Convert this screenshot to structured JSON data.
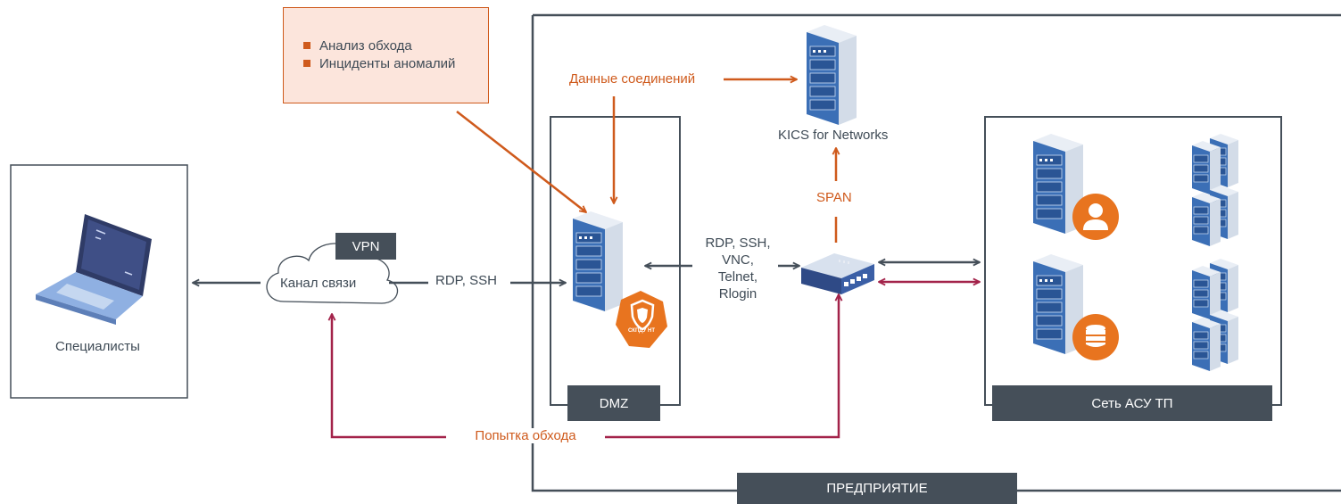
{
  "colors": {
    "dark": "#454f59",
    "orange": "#cf5a1c",
    "crimson": "#a3234a",
    "server_blue": "#3b6fb6",
    "note_fill": "#fce5dc"
  },
  "specialists": {
    "label": "Специалисты",
    "icon": "laptop-icon"
  },
  "channel": {
    "label": "Канал связи",
    "vpn_tag": "VPN",
    "icon": "cloud-icon"
  },
  "links": {
    "rdp_ssh": "RDP, SSH",
    "protocols": [
      "RDP, SSH,",
      "VNC,",
      "Telnet,",
      "Rlogin"
    ],
    "span": "SPAN",
    "connection_data": "Данные соединений",
    "bypass_attempt": "Попытка обхода"
  },
  "note": {
    "items": [
      "Анализ обхода",
      "Инциденты аномалий"
    ]
  },
  "dmz": {
    "tag": "DMZ",
    "badge": "СКПДУ НТ",
    "icon": "server-rack-icon"
  },
  "kics": {
    "label": "KICS for Networks",
    "icon": "server-rack-icon"
  },
  "switch": {
    "icon": "network-switch-icon"
  },
  "ics_network": {
    "tag": "Сеть АСУ ТП",
    "servers": [
      "user-server-icon",
      "server-cluster-icon",
      "database-server-icon",
      "server-cluster-icon"
    ]
  },
  "enterprise": {
    "tag": "ПРЕДПРИЯТИЕ"
  }
}
